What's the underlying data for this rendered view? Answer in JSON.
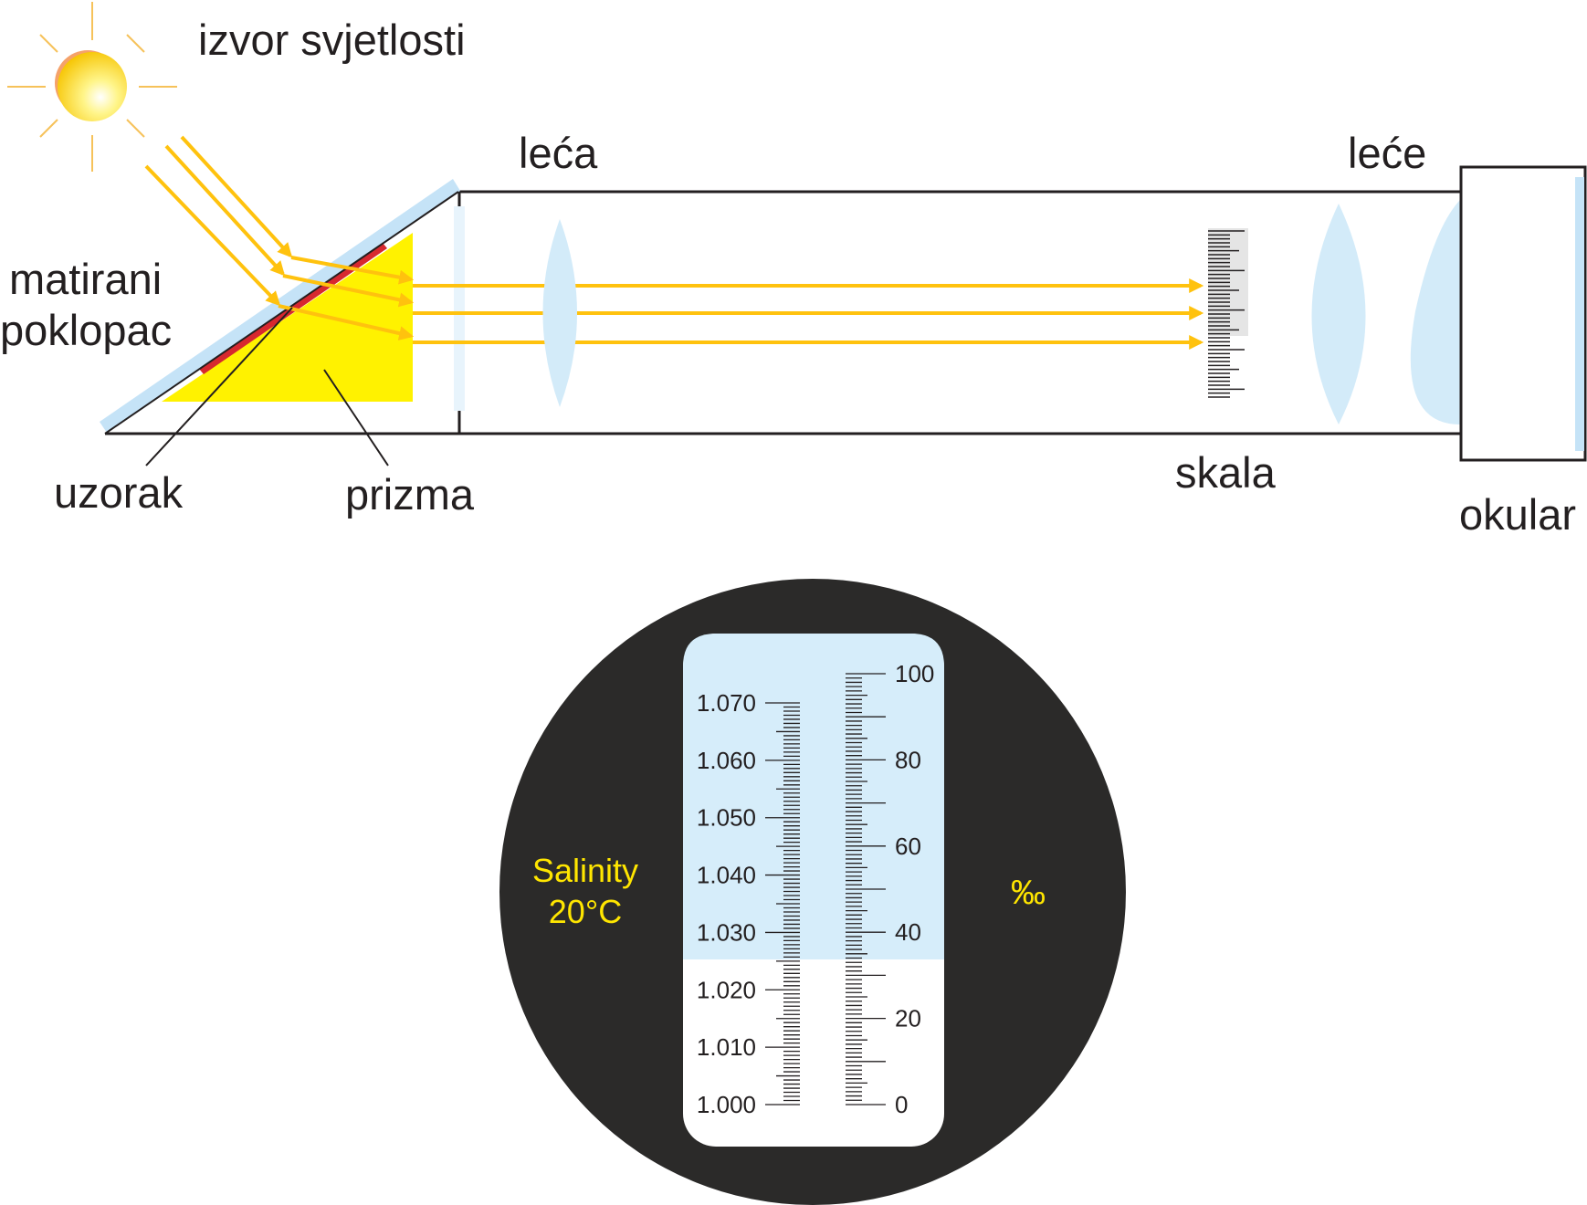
{
  "labels": {
    "light_source": "izvor svjetlosti",
    "frosted_cover_line1": "matirani",
    "frosted_cover_line2": "poklopac",
    "sample": "uzorak",
    "prism": "prizma",
    "lens": "leća",
    "lenses": "leće",
    "scale": "skala",
    "eyepiece": "okular"
  },
  "view": {
    "salinity_line1": "Salinity",
    "salinity_line2": "20°C",
    "permille": "‰",
    "left_scale": [
      "1.070",
      "1.060",
      "1.050",
      "1.040",
      "1.030",
      "1.020",
      "1.010",
      "1.000"
    ],
    "right_scale": [
      "100",
      "80",
      "60",
      "40",
      "20",
      "0"
    ]
  },
  "colors": {
    "ray": "#ffc20e",
    "prism": "#fff200",
    "glass": "#c5e3f7",
    "lens": "#d3ebf9",
    "sample": "#d7282f",
    "view_dark": "#2b2a29",
    "view_blue": "#d6edfa",
    "salinity_text": "#ffe600",
    "outline": "#231f20"
  },
  "icons": [
    "sun-icon",
    "arrow-icon"
  ]
}
